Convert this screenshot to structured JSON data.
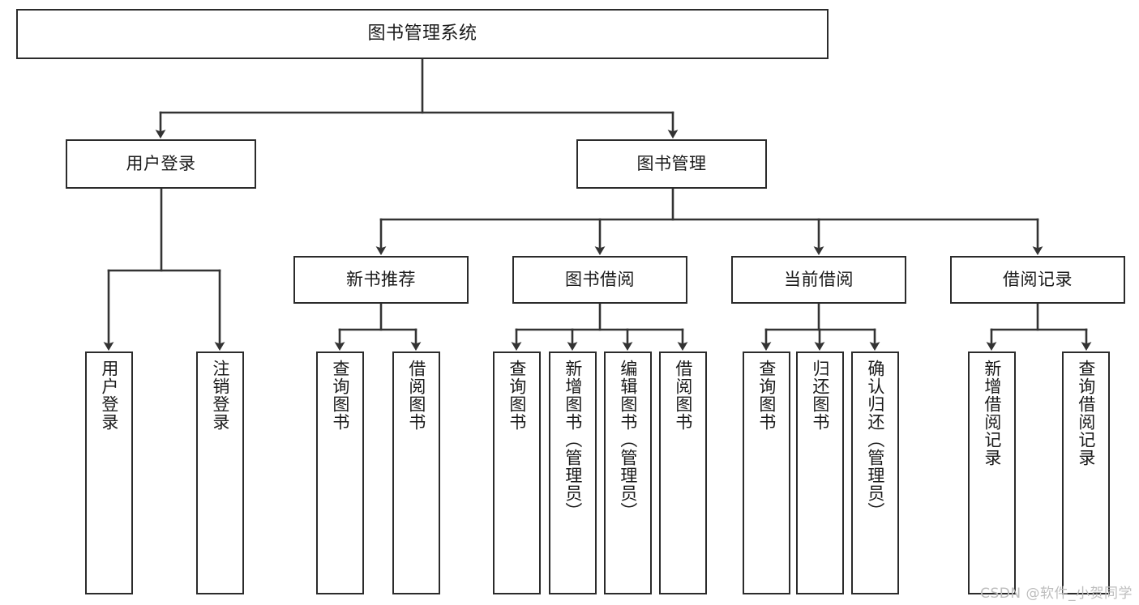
{
  "diagram": {
    "title": "图书管理系统",
    "type": "tree",
    "watermark": "CSDN @软件_小贺同学",
    "colors": {
      "box_border": "#2b2b2b",
      "box_fill": "#ffffff",
      "edge": "#333333",
      "text": "#1a1a1a",
      "watermark": "#bdbdbd"
    },
    "nodes": {
      "root": {
        "label": "图书管理系统"
      },
      "level2": [
        {
          "id": "user-login",
          "label": "用户登录"
        },
        {
          "id": "book-manage",
          "label": "图书管理"
        }
      ],
      "level3": [
        {
          "id": "new-book-rec",
          "label": "新书推荐"
        },
        {
          "id": "book-borrow",
          "label": "图书借阅"
        },
        {
          "id": "current-borrow",
          "label": "当前借阅"
        },
        {
          "id": "borrow-record",
          "label": "借阅记录"
        }
      ],
      "leaves": {
        "user-login": [
          {
            "id": "leaf-user-login",
            "label": "用户登录"
          },
          {
            "id": "leaf-logout-login",
            "label": "注销登录"
          }
        ],
        "new-book-rec": [
          {
            "id": "leaf-query-book-1",
            "label": "查询图书"
          },
          {
            "id": "leaf-borrow-book-1",
            "label": "借阅图书"
          }
        ],
        "book-borrow": [
          {
            "id": "leaf-query-book-2",
            "label": "查询图书"
          },
          {
            "id": "leaf-add-book",
            "label": "新增图书（管理员）"
          },
          {
            "id": "leaf-edit-book",
            "label": "编辑图书（管理员）"
          },
          {
            "id": "leaf-borrow-book-2",
            "label": "借阅图书"
          }
        ],
        "current-borrow": [
          {
            "id": "leaf-query-book-3",
            "label": "查询图书"
          },
          {
            "id": "leaf-return-book",
            "label": "归还图书"
          },
          {
            "id": "leaf-confirm-return",
            "label": "确认归还（管理员）"
          }
        ],
        "borrow-record": [
          {
            "id": "leaf-add-record",
            "label": "新增借阅记录"
          },
          {
            "id": "leaf-query-record",
            "label": "查询借阅记录"
          }
        ]
      }
    }
  }
}
